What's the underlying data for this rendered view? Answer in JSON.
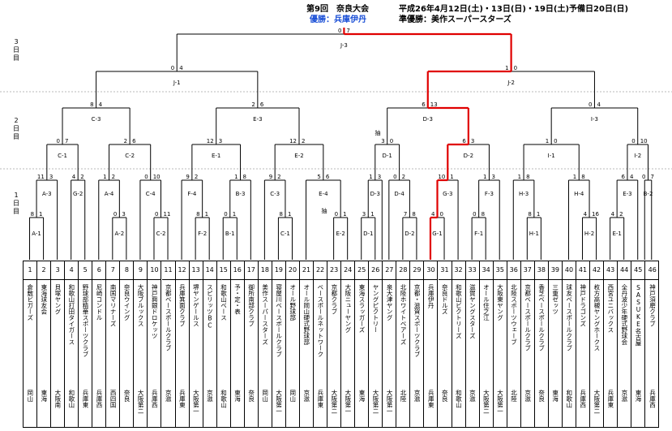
{
  "header": {
    "title": "第9回　奈良大会",
    "dates": "平成26年4月12日(土)・13日(日)・19日(土)予備日20日(日)",
    "champion": "優勝：兵庫伊丹",
    "runner_up": "準優勝：美作スーパースターズ"
  },
  "day_labels": [
    "3日目",
    "2日目",
    "1日目"
  ],
  "matches": {
    "J3": "J-3",
    "J1": "J-1",
    "J2": "J-2",
    "C3": "C-3",
    "E3": "E-3",
    "D3": "D-3",
    "I3": "I-3",
    "C1": "C-1",
    "C2": "C-2",
    "E1": "E-1",
    "E2": "E-2",
    "D1": "D-1",
    "D2": "D-2",
    "I1": "I-1",
    "I2": "I-2",
    "A3": "A-3",
    "G2": "G-2",
    "A4": "A-4",
    "C4": "C-4",
    "F4": "F-4",
    "B3": "B-3",
    "C3b": "C-3",
    "E4": "E-4",
    "D3b": "D-3",
    "D4": "D-4",
    "G3": "G-3",
    "F3": "F-3",
    "H3": "H-3",
    "H4": "H-4",
    "E3b": "E-3",
    "B2": "B-2",
    "A1": "A-1",
    "A2": "A-2",
    "C2b": "C-2",
    "F2": "F-2",
    "B1": "B-1",
    "C1b": "C-1",
    "E2b": "E-2",
    "D1b": "D-1",
    "D2b": "D-2",
    "G1": "G-1",
    "F1": "F-1",
    "H1": "H-1",
    "H2": "H-2",
    "E1b": "E-1"
  },
  "notes": {
    "chu": "抽"
  },
  "scores": {
    "J3": [
      "0",
      "7"
    ],
    "J1": [
      "0",
      "4"
    ],
    "J2": [
      "1",
      "0"
    ],
    "C3": [
      "8",
      "4"
    ],
    "E3": [
      "2",
      "6"
    ],
    "D3": [
      "6",
      "13"
    ],
    "I3": [
      "0",
      "4"
    ],
    "C1": [
      "0",
      "7"
    ],
    "C2": [
      "2",
      "6"
    ],
    "E1": [
      "12",
      "3"
    ],
    "E2": [
      "12",
      "2"
    ],
    "D1": [
      "3",
      "0"
    ],
    "D2": [
      "6",
      "3"
    ],
    "I1": [
      "1",
      "0"
    ],
    "I2": [
      "0",
      "10"
    ],
    "A3": [
      "11",
      "3"
    ],
    "G2": [
      "4",
      "2"
    ],
    "A4": [
      "1",
      "2"
    ],
    "C4": [
      "0",
      "10"
    ],
    "F4": [
      "9",
      "2"
    ],
    "B3": [
      "1",
      "8"
    ],
    "C3b": [
      "9",
      "2"
    ],
    "E4": [
      "5",
      "6"
    ],
    "D3b": [
      "1",
      "3"
    ],
    "D4": [
      "0",
      "2"
    ],
    "G3": [
      "10",
      "1"
    ],
    "F3": [
      "1",
      "3"
    ],
    "H3": [
      "1",
      "8"
    ],
    "H4": [
      "1",
      "8"
    ],
    "E3b": [
      "6",
      "4"
    ],
    "B2": [
      "0",
      "7"
    ],
    "A1": [
      "8",
      "1"
    ],
    "A2": [
      "0",
      "3"
    ],
    "C2b": [
      "0",
      "11"
    ],
    "F2": [
      "8",
      "1"
    ],
    "B1": [
      "0",
      "1"
    ],
    "C1b": [
      "8",
      "1"
    ],
    "E2b": [
      "0",
      "1"
    ],
    "D1b": [
      "3",
      "1"
    ],
    "D2b": [
      "7",
      "8"
    ],
    "G1": [
      "4",
      "0"
    ],
    "F1": [
      "0",
      "8"
    ],
    "H1": [
      "8",
      "1"
    ],
    "H2": [
      "4",
      "16"
    ],
    "E1b": [
      "4",
      "2"
    ]
  },
  "teams": [
    {
      "no": "1",
      "name": "倉敷ビガーズ",
      "region": "岡山"
    },
    {
      "no": "2",
      "name": "東海球友会",
      "region": "東海"
    },
    {
      "no": "3",
      "name": "貝塚ヤング",
      "region": "大阪南"
    },
    {
      "no": "4",
      "name": "和歌山打田タイガース",
      "region": "和歌山"
    },
    {
      "no": "5",
      "name": "野球部精華スポーツクラブ",
      "region": "兵庫東"
    },
    {
      "no": "6",
      "name": "尼崎コンドル",
      "region": "兵庫西"
    },
    {
      "no": "7",
      "name": "南国マリナーズ",
      "region": "西四国"
    },
    {
      "no": "8",
      "name": "奈良ウイング",
      "region": "奈良"
    },
    {
      "no": "9",
      "name": "大阪ブルックス",
      "region": "大阪第二"
    },
    {
      "no": "10",
      "name": "神戸興銀ドロケッツ",
      "region": "兵庫西"
    },
    {
      "no": "11",
      "name": "京都ベースボールクラブ",
      "region": "京滋"
    },
    {
      "no": "12",
      "name": "兵庫箕面クラブ",
      "region": "兵庫東"
    },
    {
      "no": "13",
      "name": "堺ヤンゲールス",
      "region": "大阪第一"
    },
    {
      "no": "14",
      "name": "スピリッツBC",
      "region": "京滋"
    },
    {
      "no": "15",
      "name": "和歌山ベース",
      "region": "和歌山"
    },
    {
      "no": "16",
      "name": "予・定・表",
      "region": "東海"
    },
    {
      "no": "17",
      "name": "御所南部クラブ",
      "region": "奈良"
    },
    {
      "no": "18",
      "name": "美作スーパースターズ",
      "region": "岡山"
    },
    {
      "no": "19",
      "name": "寝屋川ベースボールクラブ",
      "region": "大阪第一"
    },
    {
      "no": "20",
      "name": "オール野球部",
      "region": "岡山"
    },
    {
      "no": "21",
      "name": "オール岡山硬式野球部",
      "region": "京滋"
    },
    {
      "no": "22",
      "name": "ベースボールネットワーク",
      "region": "兵庫東"
    },
    {
      "no": "23",
      "name": "京都クラブ",
      "region": "大阪第二"
    },
    {
      "no": "24",
      "name": "大阪ニューヤング",
      "region": "大阪第一"
    },
    {
      "no": "25",
      "name": "東海スラッガーズ",
      "region": "東海"
    },
    {
      "no": "26",
      "name": "ヤングピクトリー",
      "region": "大阪第二"
    },
    {
      "no": "27",
      "name": "泉大津ヤング",
      "region": "大阪第一"
    },
    {
      "no": "28",
      "name": "北陸ホワイトベアーズ",
      "region": "北陸"
    },
    {
      "no": "29",
      "name": "京都・滋賀スポーツクラブ",
      "region": "京滋"
    },
    {
      "no": "30",
      "name": "兵庫伊丹",
      "region": "兵庫東"
    },
    {
      "no": "31",
      "name": "奈良ドルズ",
      "region": "奈良"
    },
    {
      "no": "32",
      "name": "和歌山ビクトリーズ",
      "region": "和歌山"
    },
    {
      "no": "33",
      "name": "滋賀ヤングスターズ",
      "region": "京滋"
    },
    {
      "no": "34",
      "name": "オール住之江",
      "region": "大阪第二"
    },
    {
      "no": "35",
      "name": "大阪東ヤング",
      "region": "大阪第一"
    },
    {
      "no": "36",
      "name": "北陸スポーツウェーブ",
      "region": "北陸"
    },
    {
      "no": "37",
      "name": "京都ベースボールクラブ",
      "region": "京滋"
    },
    {
      "no": "38",
      "name": "香芝ベースボールクラブ",
      "region": "奈良"
    },
    {
      "no": "39",
      "name": "三重ゼッツ",
      "region": "東海"
    },
    {
      "no": "40",
      "name": "球友ベースボールクラブ",
      "region": "和歌山"
    },
    {
      "no": "41",
      "name": "神戸ドラゴンズ",
      "region": "兵庫西"
    },
    {
      "no": "42",
      "name": "枚方高槻ヤングホークス",
      "region": "大阪第二"
    },
    {
      "no": "43",
      "name": "西宮ユニバックス",
      "region": "兵庫東"
    },
    {
      "no": "44",
      "name": "全丹波少年硬式野球会",
      "region": "京滋"
    },
    {
      "no": "45",
      "name": "SASUKE名古屋",
      "region": "東海"
    },
    {
      "no": "46",
      "name": "神戸須磨クラブ",
      "region": "兵庫西"
    }
  ]
}
